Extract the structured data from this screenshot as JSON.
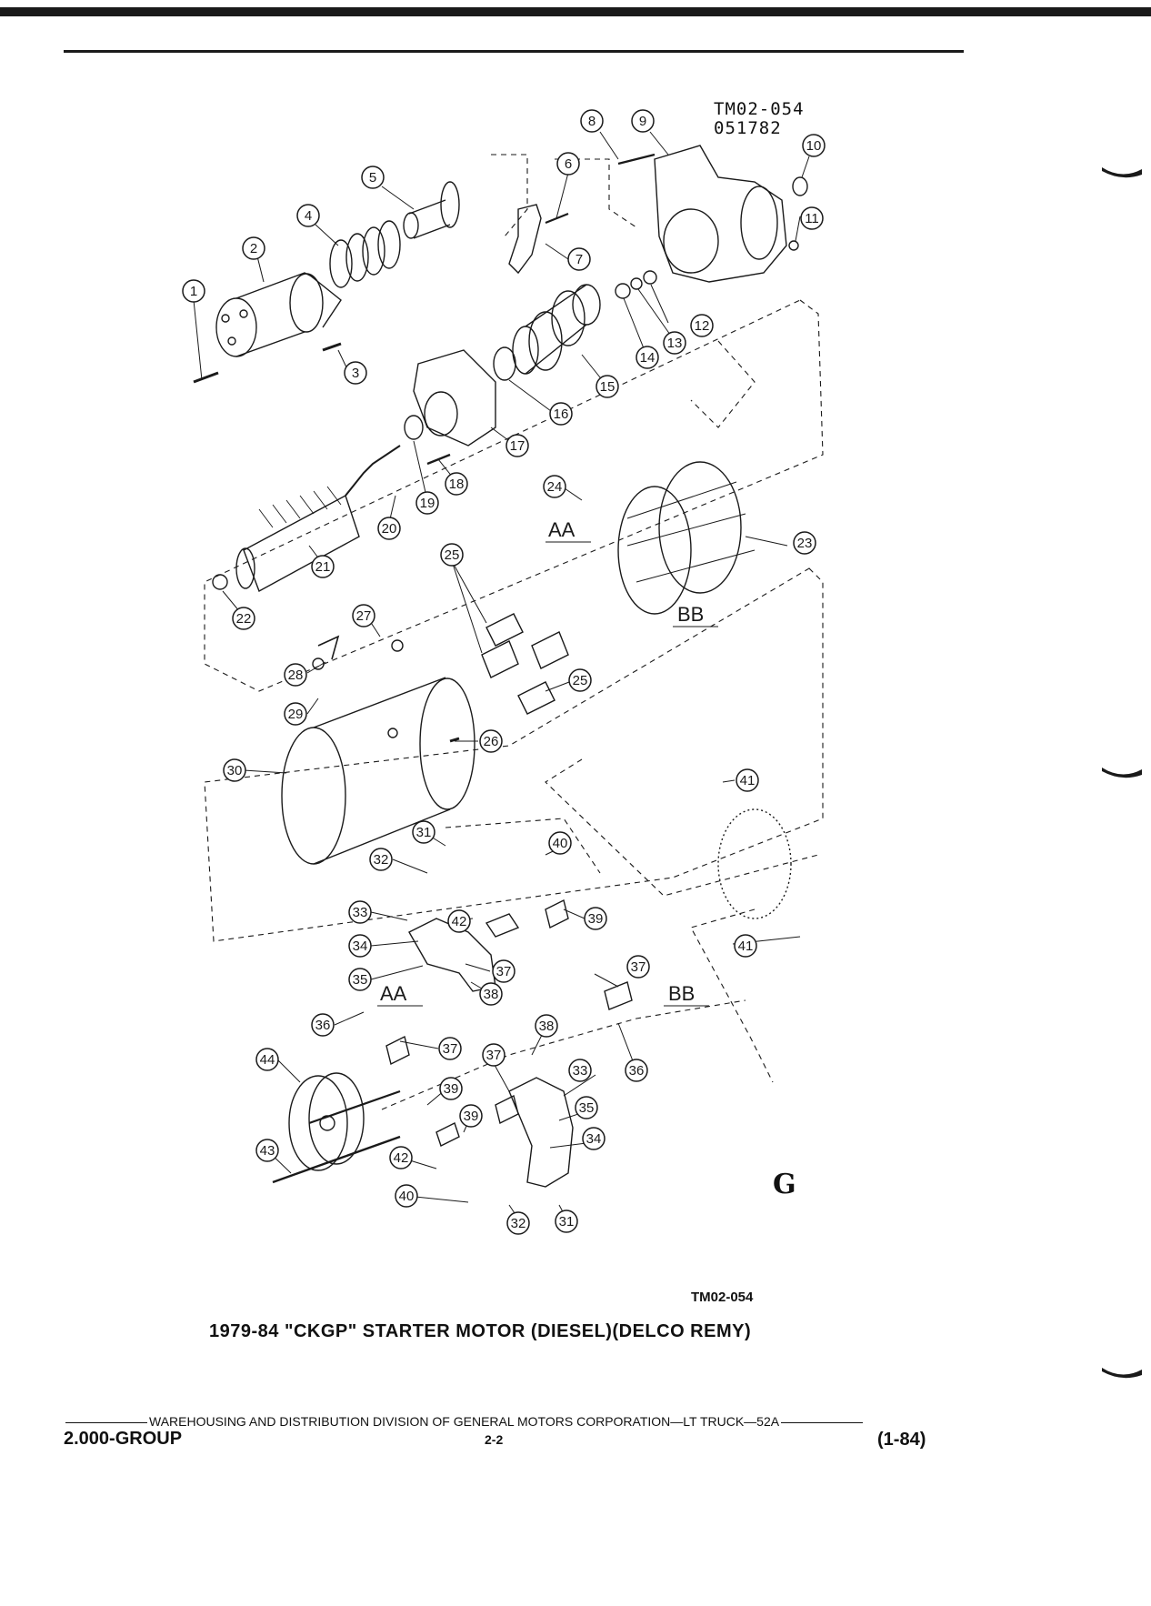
{
  "ref_code": [
    "TM02-054",
    "051782"
  ],
  "section_labels": [
    "AA",
    "BB",
    "AA",
    "BB"
  ],
  "callouts": [
    "1",
    "2",
    "3",
    "4",
    "5",
    "6",
    "7",
    "8",
    "9",
    "10",
    "11",
    "12",
    "13",
    "14",
    "15",
    "16",
    "17",
    "18",
    "19",
    "20",
    "21",
    "22",
    "23",
    "24",
    "25",
    "25",
    "26",
    "27",
    "28",
    "29",
    "30",
    "31",
    "32",
    "33",
    "34",
    "35",
    "36",
    "37",
    "38",
    "40",
    "42",
    "37",
    "39",
    "41",
    "41",
    "37",
    "39",
    "38",
    "37",
    "36",
    "44",
    "33",
    "35",
    "34",
    "43",
    "42",
    "39",
    "40",
    "32",
    "31"
  ],
  "g_mark": "G",
  "figure_code": "TM02-054",
  "figure_title": "1979-84 \"CKGP\" STARTER MOTOR (DIESEL)(DELCO REMY)",
  "footer": {
    "publisher": "WAREHOUSING AND DISTRIBUTION  DIVISION OF GENERAL MOTORS CORPORATION—LT TRUCK—52A",
    "group": "2.000-GROUP",
    "page": "2-2",
    "date": "(1-84)"
  }
}
